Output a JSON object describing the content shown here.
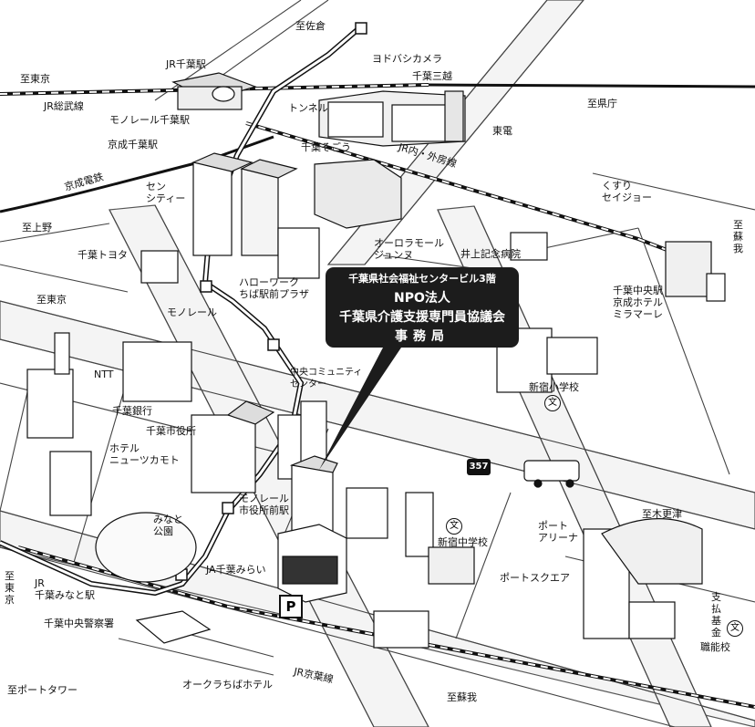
{
  "directions": {
    "to_sakura": "至佐倉",
    "to_tokyo_top": "至東京",
    "to_kencho": "至県庁",
    "to_ueno": "至上野",
    "to_soga_right": "至\n蘇\n我",
    "to_tokyo_mid": "至東京",
    "to_kisarazu": "至木更津",
    "to_tokyo_bottom": "至\n東\n京",
    "to_port_tower": "至ポートタワー",
    "to_soga_bottom": "至蘇我"
  },
  "rail": {
    "jr_sobu": "JR総武線",
    "keisei": "京成電鉄",
    "monorail_upper": "モノレール",
    "jr_uchibo_sotobo": "JR内・外房線",
    "tunnel": "トンネル",
    "tosen": "東電",
    "jr_keiyo": "JR京葉線"
  },
  "stations": {
    "jr_chiba": "JR千葉駅",
    "monorail_chiba": "モノレール千葉駅",
    "keisei_chiba": "京成千葉駅",
    "shiyakusho_mae": "モノレール\n市役所前駅",
    "jr_chiba_minato": "JR\n千葉みなと駅",
    "chiba_chuo": "千葉中央駅\n京成ホテル\nミラマーレ"
  },
  "landmarks": {
    "yodobashi": "ヨドバシカメラ",
    "mitsukoshi": "千葉三越",
    "sogo": "千葉そごう",
    "cencity": "セン\nシティー",
    "aurora": "オーロラモール\nジュンヌ",
    "kusuri": "くすり\nセイジョー",
    "inoue": "井上記念病院",
    "toyota": "千葉トヨタ",
    "hellowork": "ハローワーク\nちば駅前プラザ",
    "ntt": "NTT",
    "chiba_bank": "千葉銀行",
    "city_hall": "千葉市役所",
    "community_center": "中央コミュニティ\nセンター",
    "hotel_new_tsukamoto": "ホテル\nニューツカモト",
    "minato_park": "みなと\n公園",
    "ja_mirai": "JA千葉みらい",
    "police": "千葉中央警察署",
    "okura": "オークラちばホテル",
    "shinjuku_elem": "新宿小学校",
    "shinjuku_jhs": "新宿中学校",
    "port_arena": "ポート\nアリーナ",
    "port_square": "ポートスクエア",
    "labor_office": "支\n払\n基\n金",
    "vocational": "職能校",
    "route_no": "357",
    "parking": "P",
    "school_mark": "文"
  },
  "callout": {
    "line1": "千葉県社会福祉センタービル3階",
    "line2": "NPO法人",
    "line3": "千葉県介護支援専門員協議会",
    "line4": "事務局"
  }
}
